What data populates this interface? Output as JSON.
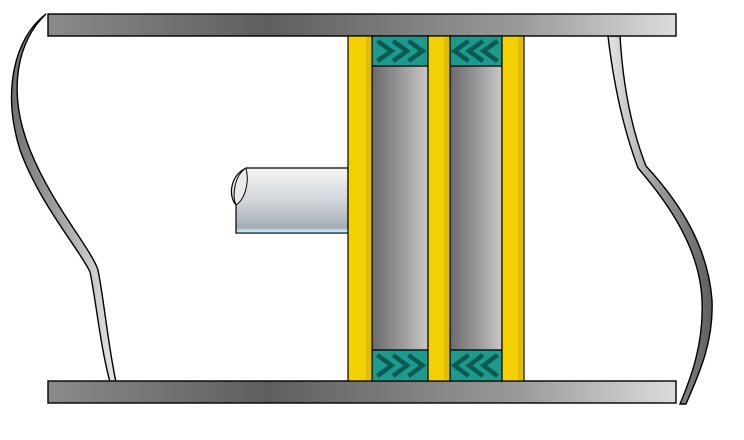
{
  "diagram": {
    "subject": "piston-in-cylinder-cutaway",
    "colors": {
      "background": "#ffffff",
      "outline": "#000000",
      "wall_light": "#d0d0d0",
      "wall_dark": "#6e6e6e",
      "guide_ring": "#f5d000",
      "guide_ring_edge": "#b89a00",
      "piston_light": "#c4c4c4",
      "piston_dark": "#6a6a6a",
      "seal_fill": "#1d9a8e",
      "seal_chevron": "#0a5a52",
      "rod_light": "#f4f4f4",
      "rod_dark": "#9aa2aa",
      "rod_edge_highlight": "#bfe3f5"
    },
    "seal_count": 4,
    "chevrons_per_seal": 3
  }
}
